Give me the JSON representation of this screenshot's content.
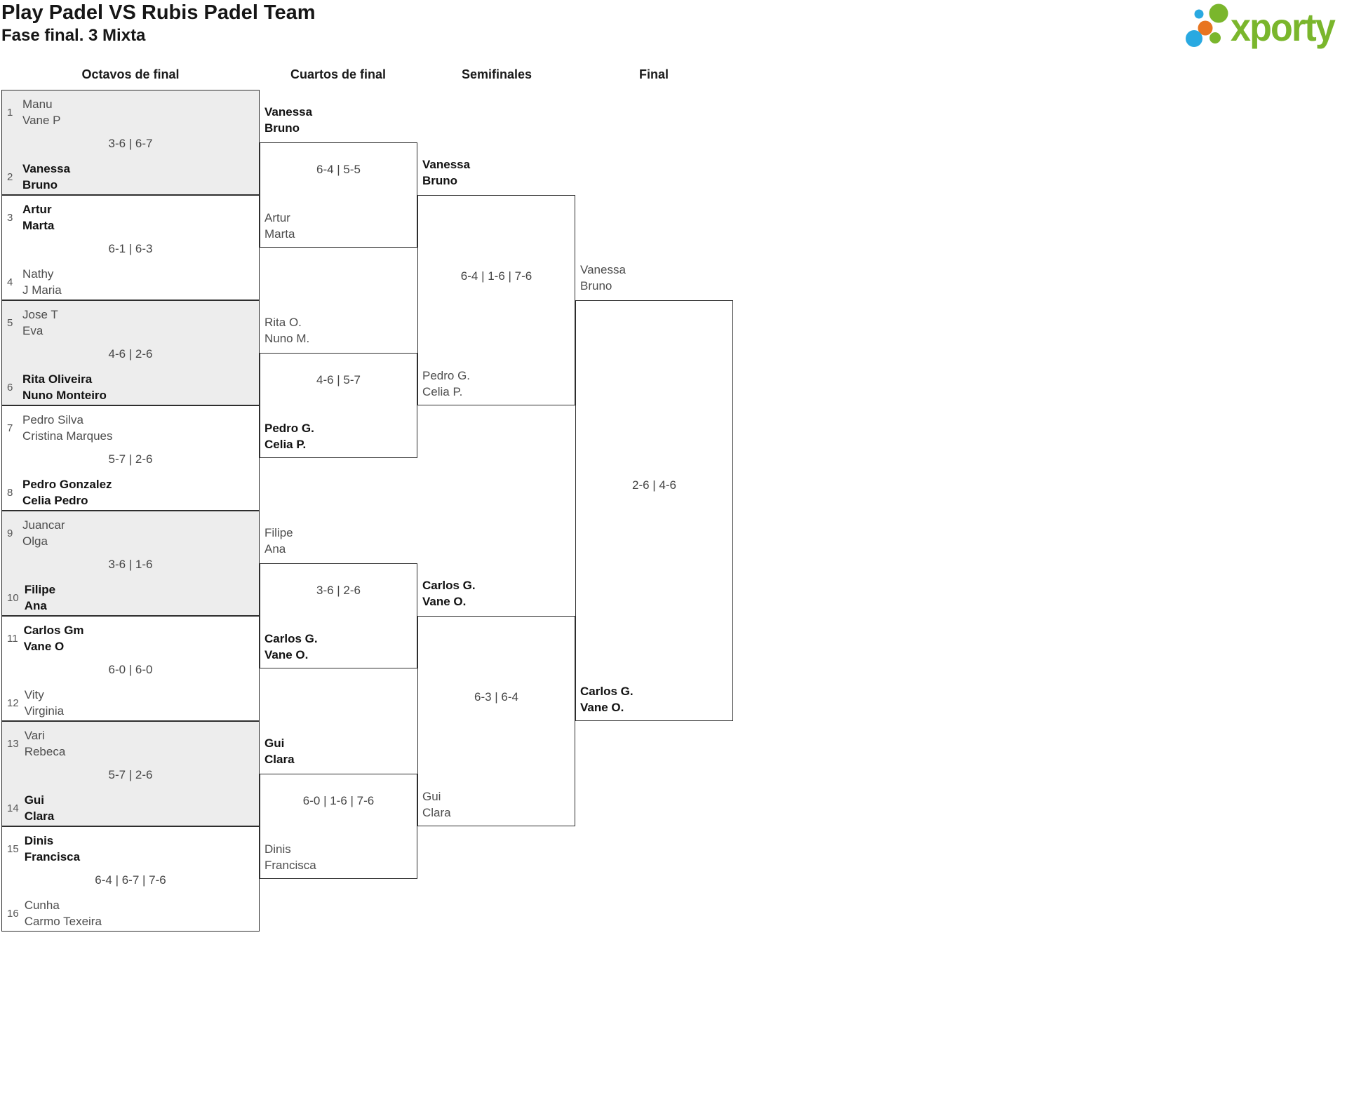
{
  "header": {
    "title": "Play Padel VS Rubis Padel Team",
    "subtitle": "Fase final. 3 Mixta"
  },
  "logo": {
    "text": "xporty",
    "colors": {
      "green": "#7ab62c",
      "blue": "#29a9e1",
      "orange": "#e87520"
    }
  },
  "round_headers": [
    "Octavos de final",
    "Cuartos de final",
    "Semifinales",
    "Final"
  ],
  "bracket": {
    "octavos": [
      {
        "seeds": [
          "1",
          "2"
        ],
        "teams": [
          [
            "Manu",
            "Vane P"
          ],
          [
            "Vanessa",
            "Bruno"
          ]
        ],
        "winner": "bottom",
        "score": "3-6 | 6-7",
        "shaded": true
      },
      {
        "seeds": [
          "3",
          "4"
        ],
        "teams": [
          [
            "Artur",
            "Marta"
          ],
          [
            "Nathy",
            "J Maria"
          ]
        ],
        "winner": "top",
        "score": "6-1 | 6-3",
        "shaded": false
      },
      {
        "seeds": [
          "5",
          "6"
        ],
        "teams": [
          [
            "Jose T",
            "Eva"
          ],
          [
            "Rita Oliveira",
            "Nuno Monteiro"
          ]
        ],
        "winner": "bottom",
        "score": "4-6 | 2-6",
        "shaded": true
      },
      {
        "seeds": [
          "7",
          "8"
        ],
        "teams": [
          [
            "Pedro Silva",
            "Cristina Marques"
          ],
          [
            "Pedro Gonzalez",
            "Celia Pedro"
          ]
        ],
        "winner": "bottom",
        "score": "5-7 | 2-6",
        "shaded": false
      },
      {
        "seeds": [
          "9",
          "10"
        ],
        "teams": [
          [
            "Juancar",
            "Olga"
          ],
          [
            "Filipe",
            "Ana"
          ]
        ],
        "winner": "bottom",
        "score": "3-6 | 1-6",
        "shaded": true
      },
      {
        "seeds": [
          "11",
          "12"
        ],
        "teams": [
          [
            "Carlos Gm",
            "Vane O"
          ],
          [
            "Vity",
            "Virginia"
          ]
        ],
        "winner": "top",
        "score": "6-0 | 6-0",
        "shaded": false
      },
      {
        "seeds": [
          "13",
          "14"
        ],
        "teams": [
          [
            "Vari",
            "Rebeca"
          ],
          [
            "Gui",
            "Clara"
          ]
        ],
        "winner": "bottom",
        "score": "5-7 | 2-6",
        "shaded": true
      },
      {
        "seeds": [
          "15",
          "16"
        ],
        "teams": [
          [
            "Dinis",
            "Francisca"
          ],
          [
            "Cunha",
            "Carmo Texeira"
          ]
        ],
        "winner": "top",
        "score": "6-4 | 6-7 | 7-6",
        "shaded": false
      }
    ],
    "cuartos": [
      {
        "teams": [
          [
            "Vanessa",
            "Bruno"
          ],
          [
            "Artur",
            "Marta"
          ]
        ],
        "winner": "top",
        "score": "6-4 | 5-5"
      },
      {
        "teams": [
          [
            "Rita O.",
            "Nuno M."
          ],
          [
            "Pedro G.",
            "Celia P."
          ]
        ],
        "winner": "bottom",
        "score": "4-6 | 5-7"
      },
      {
        "teams": [
          [
            "Filipe",
            "Ana"
          ],
          [
            "Carlos G.",
            "Vane O."
          ]
        ],
        "winner": "bottom",
        "score": "3-6 | 2-6"
      },
      {
        "teams": [
          [
            "Gui",
            "Clara"
          ],
          [
            "Dinis",
            "Francisca"
          ]
        ],
        "winner": "top",
        "score": "6-0 | 1-6 | 7-6"
      }
    ],
    "semifinales": [
      {
        "teams": [
          [
            "Vanessa",
            "Bruno"
          ],
          [
            "Pedro G.",
            "Celia P."
          ]
        ],
        "winner": "top",
        "score": "6-4 | 1-6 | 7-6"
      },
      {
        "teams": [
          [
            "Carlos G.",
            "Vane O."
          ],
          [
            "Gui",
            "Clara"
          ]
        ],
        "winner": "top",
        "score": "6-3 | 6-4"
      }
    ],
    "final": [
      {
        "teams": [
          [
            "Vanessa",
            "Bruno"
          ],
          [
            "Carlos G.",
            "Vane O."
          ]
        ],
        "winner": "bottom",
        "score": "2-6 | 4-6"
      }
    ]
  }
}
